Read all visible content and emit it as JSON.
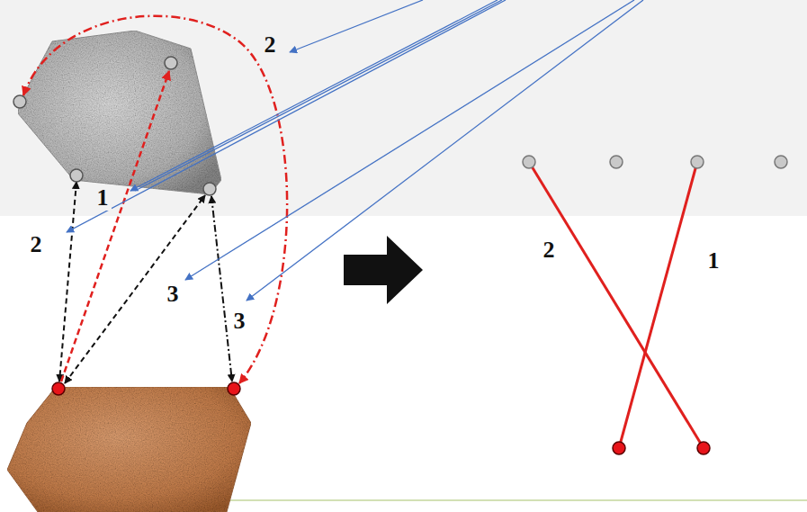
{
  "diagram": {
    "labels": [
      "2",
      "1",
      "2",
      "2",
      "1",
      "3",
      "3"
    ]
  }
}
